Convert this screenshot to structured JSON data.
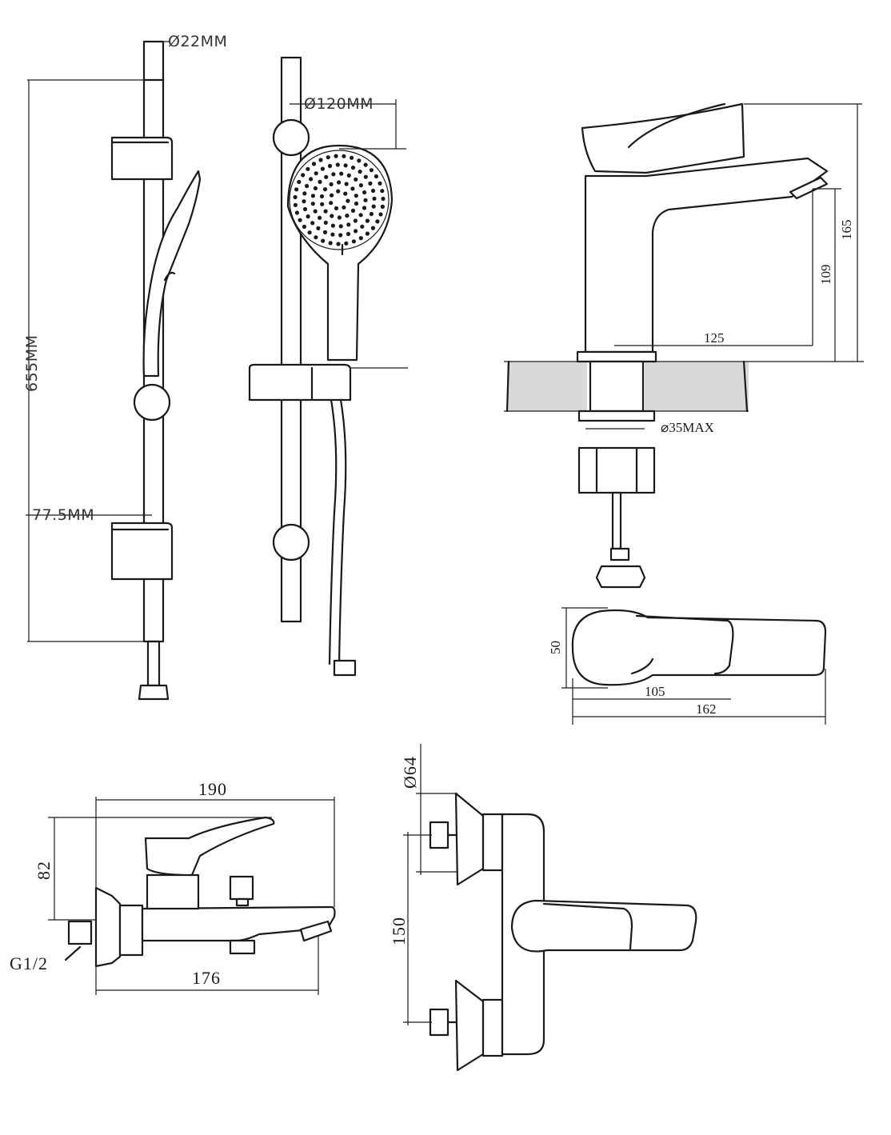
{
  "shower_set": {
    "rail_diameter": "Ø22MM",
    "rail_length": "655MM",
    "holder_spacing": "77.5MM",
    "head_diameter": "Ø120MM"
  },
  "basin_mixer": {
    "height_total": "165",
    "spout_height": "109",
    "spout_reach": "125",
    "hole_diameter": "⌀35MAX",
    "top_width": "50",
    "handle_length": "105",
    "total_length": "162"
  },
  "bath_mixer": {
    "overall_length": "190",
    "height": "82",
    "thread": "G1/2",
    "body_length": "176",
    "flange_diameter": "Ø64",
    "centre_distance": "150"
  }
}
